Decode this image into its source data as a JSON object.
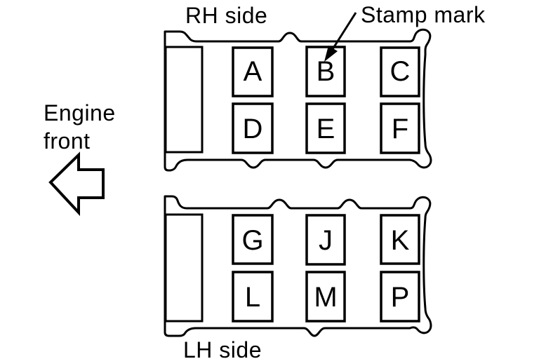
{
  "labels": {
    "rh_side": "RH side",
    "lh_side": "LH side",
    "stamp_mark": "Stamp mark",
    "engine_front_line1": "Engine",
    "engine_front_line2": "front"
  },
  "rh_block": {
    "cells": [
      "A",
      "B",
      "C",
      "D",
      "E",
      "F"
    ]
  },
  "lh_block": {
    "cells": [
      "G",
      "J",
      "K",
      "L",
      "M",
      "P"
    ]
  },
  "colors": {
    "line": "#000000",
    "background": "#ffffff"
  }
}
